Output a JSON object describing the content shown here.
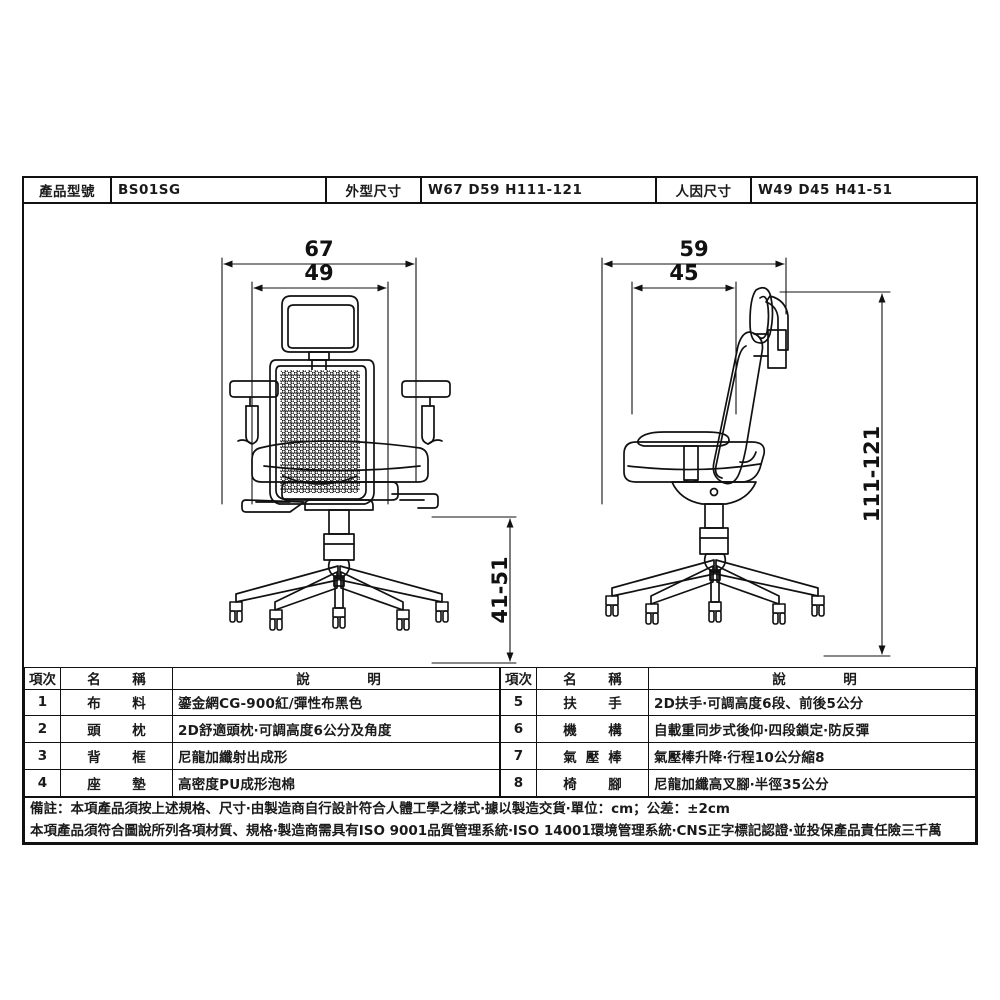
{
  "header": {
    "model_label": "產品型號",
    "model_value": "BS01SG",
    "outer_label": "外型尺寸",
    "outer_value": "W67 D59 H111-121",
    "ergo_label": "人因尺寸",
    "ergo_value": "W49 D45 H41-51"
  },
  "dimensions": {
    "front_overall_width": "67",
    "front_seat_width": "49",
    "side_overall_depth": "59",
    "side_seat_depth": "45",
    "seat_height": "41-51",
    "overall_height": "111-121"
  },
  "spec_table": {
    "headers": {
      "no": "項次",
      "name": "名　稱",
      "desc": "說　明"
    },
    "left_rows": [
      {
        "no": "1",
        "name": "布　料",
        "desc": "鎏金網CG-900紅/彈性布黑色"
      },
      {
        "no": "2",
        "name": "頭　枕",
        "desc": "2D舒適頭枕‧可調高度6公分及角度"
      },
      {
        "no": "3",
        "name": "背　框",
        "desc": "尼龍加纖射出成形"
      },
      {
        "no": "4",
        "name": "座　墊",
        "desc": "高密度PU成形泡棉"
      }
    ],
    "right_rows": [
      {
        "no": "5",
        "name": "扶　手",
        "desc": "2D扶手‧可調高度6段、前後5公分"
      },
      {
        "no": "6",
        "name": "機　構",
        "desc": "自載重同步式後仰‧四段鎖定‧防反彈"
      },
      {
        "no": "7",
        "name": "氣壓棒",
        "desc": "氣壓棒升降‧行程10公分縮8"
      },
      {
        "no": "8",
        "name": "椅　腳",
        "desc": "尼龍加纖高叉腳‧半徑35公分"
      }
    ]
  },
  "notes": {
    "line1": "備註：本項產品須按上述規格、尺寸‧由製造商自行設計符合人體工學之樣式‧據以製造交貨‧單位：cm；公差：±2cm",
    "line2": "本項產品須符合圖說所列各項材質、規格‧製造商需具有ISO 9001品質管理系統‧ISO 14001環境管理系統‧CNS正字標記認證‧並投保產品責任險三千萬"
  },
  "drawing": {
    "front_view_name": "front-elevation-office-chair",
    "side_view_name": "side-elevation-office-chair",
    "line_color": "#111111"
  }
}
